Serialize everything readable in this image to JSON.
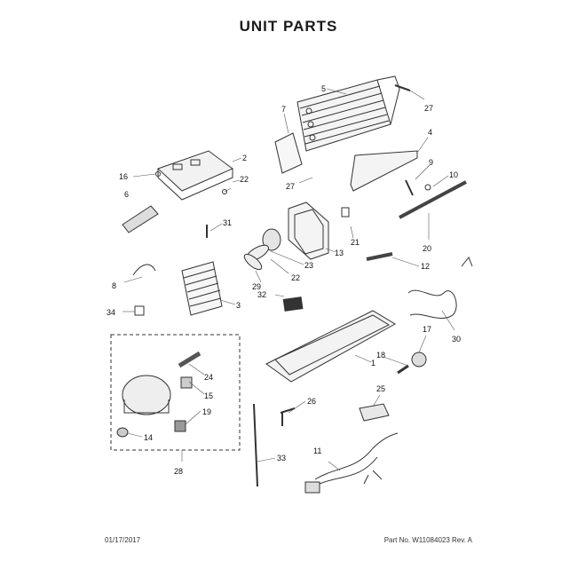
{
  "page": {
    "title": "UNIT  PARTS",
    "date": "01/17/2017",
    "part_info": "Part No. W11084023  Rev. A"
  },
  "callouts": [
    "1",
    "2",
    "3",
    "4",
    "5",
    "6",
    "7",
    "8",
    "9",
    "10",
    "11",
    "12",
    "13",
    "14",
    "15",
    "16",
    "17",
    "18",
    "19",
    "20",
    "21",
    "22",
    "22",
    "23",
    "24",
    "25",
    "26",
    "27",
    "27",
    "28",
    "29",
    "30",
    "31",
    "32",
    "33",
    "34"
  ]
}
